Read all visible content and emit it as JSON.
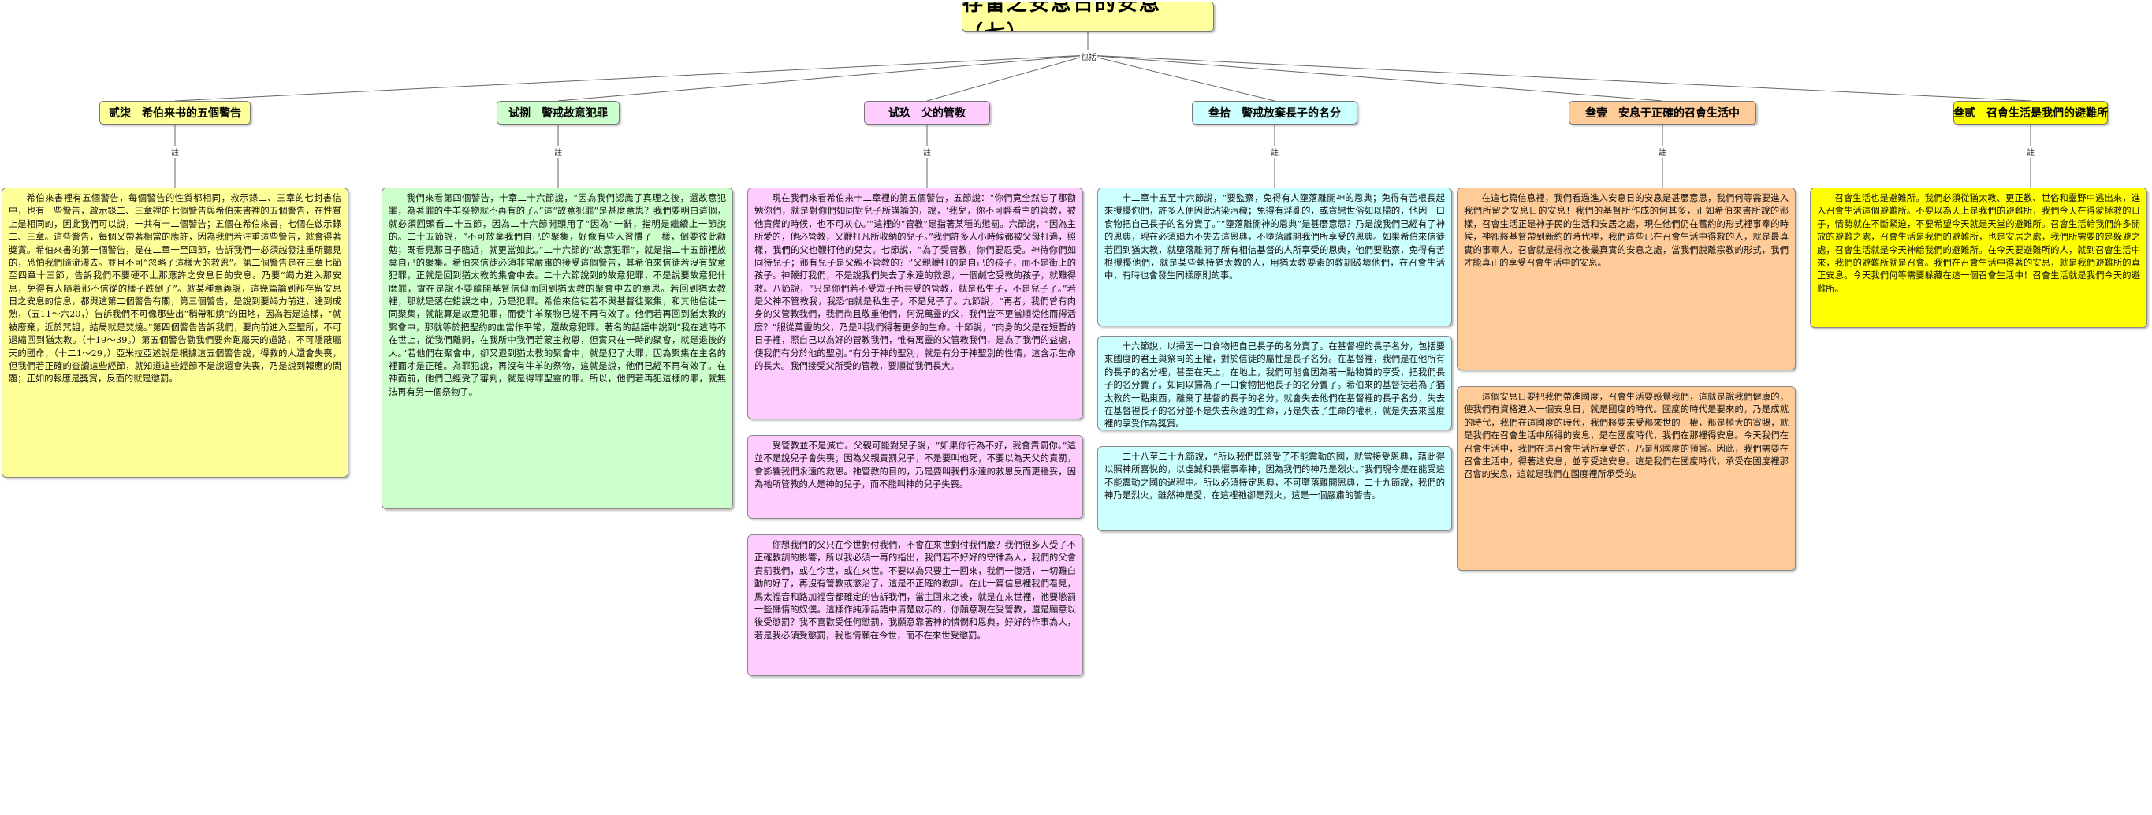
{
  "title": "存留之安息日的安息（七）",
  "root_link_label": "包括",
  "branch_link_label": "註",
  "colors": {
    "yellow": "#ffff99",
    "green": "#ccffcc",
    "pink": "#ffccff",
    "cyan": "#ccffff",
    "orange": "#ffcc99",
    "bright_yellow": "#ffff00",
    "line": "#666666"
  },
  "topics": [
    {
      "label": "贰柒　希伯来书的五個警告",
      "notes": [
        "希伯來書裡有五個警告，每個警告的性質都相同，救示錄二、三章的七封書信中，也有一些警告，啟示錄二、三章裡的七個警告與希伯來書裡的五個警告，在性質上是相同的，因此我們可以說，一共有十二個警告；五個在希伯來書，七個在啟示錄二、三章。這些警告，每個又帶著相當的應許，因為我們若注重這些警告，就會得著獎賞。希伯來書的第一個警告，是在二章一至四節，告訴我們一必須越發注重所聽見的，恐怕我們隨流漂去。並且不可“忽略了這樣大的救恩”。第二個警告是在三章七節至四章十三節，告訴我們不要硬不上那應許之安息日的安息。乃要“竭力進入那安息，免得有人隨着那不信從的樣子跌倒了”。就某種意義說，這幾篇論到那存留安息日之安息的信息，都與這第二個警告有關，第三個警告，是說到要竭力前進，達到成熟，（五11～六20，）告訴我們不可像那些出“稍帶和燒“的田地，因為若是這樣，“就被廢棄，近於咒詛，結局就是焚燒。”第四個警告告訴我們，要向前進入至聖所，不可退縮回到猶太教。（十19～39。）第五個警告勸我們要奔跑屬天的道路，不可隱蔽屬天的國命，（十二1～29，）亞米拉亞述說是根據這五個警告說，得救的人還會失喪，但我們若正確的查讀這些經節，就知道這些經節不是說還會失喪，乃是說到報應的問題；正如的報應是獎賞，反面的就是懲罰。"
      ]
    },
    {
      "label": "试捌　警戒故意犯罪",
      "notes": [
        "我們來看第四個警告，十章二十六節說，“因為我們認識了真理之後，還故意犯罪，為著罪的牛羊祭物就不再有的了。”這“故意犯罪”是甚麼意思？我們要明白這個，就必須回頭看二十五節，因為二十六節開頭用了“因為”一辭，指明是繼續上一節說的。二十五節說，“不可放棄我們自己的聚集，好像有些人習慣了一樣，倒要彼此勸勉；既看見那日子臨近，就更當如此。”二十六節的“故意犯罪”，就是指二十五節裡放棄自己的聚集。希伯來信徒必須非常嚴肅的接受這個警告，其希伯來信徒若沒有故意犯罪，正就是回到猶太教的集會中去。二十六節說到的故意犯罪，不是說要故意犯什麼罪，實在是說不要離開基督信仰而回到猶太教的聚會中去的意思。若回到猶太教裡，那就是落在錯誤之中，乃是犯罪。希伯來信徒若不與基督徒聚集，和其他信徒一同聚集，就能算是故意犯罪，而使牛羊祭物已經不再有效了。他們若再回到猶太教的聚會中，那就等於把聖約的血當作平常，還故意犯罪。著名的話語中說到“我在這時不在世上，從我們離開，在我所中我們若蒙主救恩，但實只在一時的聚會，就是退後的人。”若他們在聚會中，卻又退到猶太教的聚會中，就是犯了大罪，因為聚集在主名的裡面才是正確。為罪犯說，再沒有牛羊的祭物，這就是說，他們已經不再有效了。在神面前，他們已經受了審判，就是得罪聖靈的罪。所以，他們若再犯這樣的罪，就無法再有另一個祭物了。"
      ]
    },
    {
      "label": "试玖　父的管教",
      "notes": [
        "現在我們來看希伯來十二章裡的第五個警告，五節說：“你們竟全然忘了那勸勉你們，就是對你們如同對兒子所講論的，說，‘我兒，你不可輕看主的管教，被他責備的時候，也不可灰心。’”這裡的“管教”是指著某種的懲罰。六節說，“因為主所愛的，他必管教，又鞭打凡所收納的兒子。”我們許多人小時候都被父母打過，照樣，我們的父也鞭打他的兒女。七節說，“為了受管教，你們要忍受。神待你們如同待兒子；那有兒子是父親不管教的？”父親鞭打的是自己的孩子，而不是街上的孩子。神鞭打我們，不是說我們失去了永遠的救恩，一個鹹它受教的孩子，就難得救。八節說，“只是你們若不受眾子所共受的管教，就是私生子，不是兒子了。”若是父神不管教我，我恐怕就是私生子，不是兒子了。九節說，“再者，我們曾有肉身的父管教我們，我們尚且敬重他們，何況萬靈的父，我們豈不更當順從他而得活麼？”服從萬靈的父，乃是叫我們得著更多的生命。十節說，“肉身的父是在短暫的日子裡，照自己以為好的管教我們，惟有萬靈的父管教我們，是為了我們的益處，使我們有分於他的聖別。”有分于神的聖別，就是有分于神聖別的性情，這含示生命的長大。我們接受父所受的管教，要順從我們長大。",
        "受管教並不是滅亡。父親可能對兒子說，“如果你行為不好，我會責罰你。”這並不是說兒子會失喪；因為父親責罰兒子，不是要叫他死，不要以為天父的責罰，會影響我們永遠的救恩。祂管教的目的，乃是要叫我們永遠的救恩反而更穩妥，因為祂所管教的人是神的兒子，而不能叫神的兒子失喪。",
        "你想我們的父只在今世對付我們，不會在來世對付我們麼？我們很多人受了不正確教訓的影響，所以我必須一再的指出，我們若不好好的守律為人，我們的父會責罰我們，或在今世，或在來世。不要以為只要主一回來，我們一復活，一切難白動的好了，再沒有管教或懲治了，這是不正確的教訓。在此一篇信息裡我們看見，馬太福音和路加福音都確定的告訴我們，當主回來之後，就是在來世裡，祂要懲罰一些懶惰的奴僕。這樣作純淨話語中清楚啟示的，你願意現在受管教，還是願意以後受懲罰？我不喜歡受任何懲罰，我願意靠著神的憐憫和恩典，好好的作事為人，若是我必須受懲罰，我也情願在今世，而不在來世受懲罰。"
      ]
    },
    {
      "label": "叁拾　警戒放棄長子的名分",
      "notes": [
        "十二章十五至十六節說，“要監察，免得有人墮落離開神的恩典；免得有苦根長起來攪擾你們，許多人便因此沾染污穢；免得有淫亂的，或貪戀世俗如以掃的，他因一口食物把自己長子的名分賣了。”“墮落離開神的恩典”是甚麼意思？乃是說我們已經有了神的恩典，現在必須竭力不失去這恩典，不墮落離開我們所享受的恩典。如果希伯來信徒若回到猶太教，就墮落離開了所有相信基督的人所享受的恩典，他們要點察，免得有苦根攪擾他們，就是某些執持猶太教的人，用猶太教要素的教訓破壞他們，在召會生活中，有時也會發生同樣原則的事。",
        "十六節說，以掃因一口食物把自己長子的名分賣了。在基督裡的長子名分，包括要來國度的君王與祭司的王權，對於信徒的屬性是長子名分。在基督裡，我們是在他所有的長子的名分裡，甚至在天上，在地上，我們可能會因為著一點物質的享受，把我們長子的名分賣了。如同以掃為了一口食物把他長子的名分賣了。希伯來的基督徒若為了猶太教的一點東西，離棄了基督的長子的名分，就會失去他們在基督裡的長子名分，失去在基督裡長子的名分並不是失去永遠的生命，乃是失去了生命的權利，就是失去來國度裡的享受作為獎賞。",
        "二十八至二十九節說，“所以我們既領受了不能震動的國，就當接受恩典，藉此得以照神所喜悅的，以虔誠和畏懼事奉神；因為我們的神乃是烈火。”我們現今是在能受這不能震動之國的過程中。所以必須持定恩典，不可墮落離開恩典，二十九節說，我們的神乃是烈火，雖然神是愛，在這裡祂卻是烈火，這是一個嚴肅的警告。"
      ]
    },
    {
      "label": "叁壹　安息于正確的召會生活中",
      "notes": [
        "在這七篇信息裡，我們看過進入安息日的安息是甚麼意思，我們何等需要進入我們所留之安息日的安息！我們的基督所作成的何其多，正如希伯來書所說的那樣，召會生活正是神子民的生活和安居之處，現在他們仍在舊約的形式裡事奉的時候，神卻將基督帶到新約的時代裡，我們這些已在召會生活中得救的人，就是最真實的事奉人。召會就是得救之後最真實的安息之處，當我們脫離宗教的形式，我們才能真正的享受召會生活中的安息。",
        "這個安息日要把我們帶進國度，召會生活要感覺我們，這就是說我們健康的，使我們有資格進入一個安息日，就是國度的時代。國度的時代是要來的，乃是成就的時代，我們在這國度的時代，我們將要來受那來世的王權，那是極大的賞賜，就是我們在召會生活中所得的安息，是在國度時代，我們在那裡得安息。今天我們在召會生活中，我們在這召會生活所享受的，乃是那國度的預嘗。因此，我們需要在召會生活中，得著這安息，並享受這安息。這是我們在國度時代，承受在國度裡那召會的安息，這就是我們在國度裡所承受的。"
      ]
    },
    {
      "label": "叁贰　召會生活是我們的避難所",
      "notes": [
        "召會生活也是避難所。我們必須從猶太教、更正教、世俗和靈野中逃出來，進入召會生活這個避難所。不要以為天上是我們的避難所，我們今天在得蒙拯救的日子，情勢就在不斷緊迫，不要希望今天就是天堂的避難所。召會生活給我們許多開放的避難之處，召會生活是我們的避難所，也是安居之處，我們所需要的是躲避之處，召會生活就是今天神給我們的避難所。在今天要避難所的人，就到召會生活中來，我們的避難所就是召會。我們在召會生活中得著的安息，就是我們避難所的真正安息。今天我們何等需要躲藏在這一個召會生活中！召會生活就是我們今天的避難所。"
      ]
    }
  ]
}
